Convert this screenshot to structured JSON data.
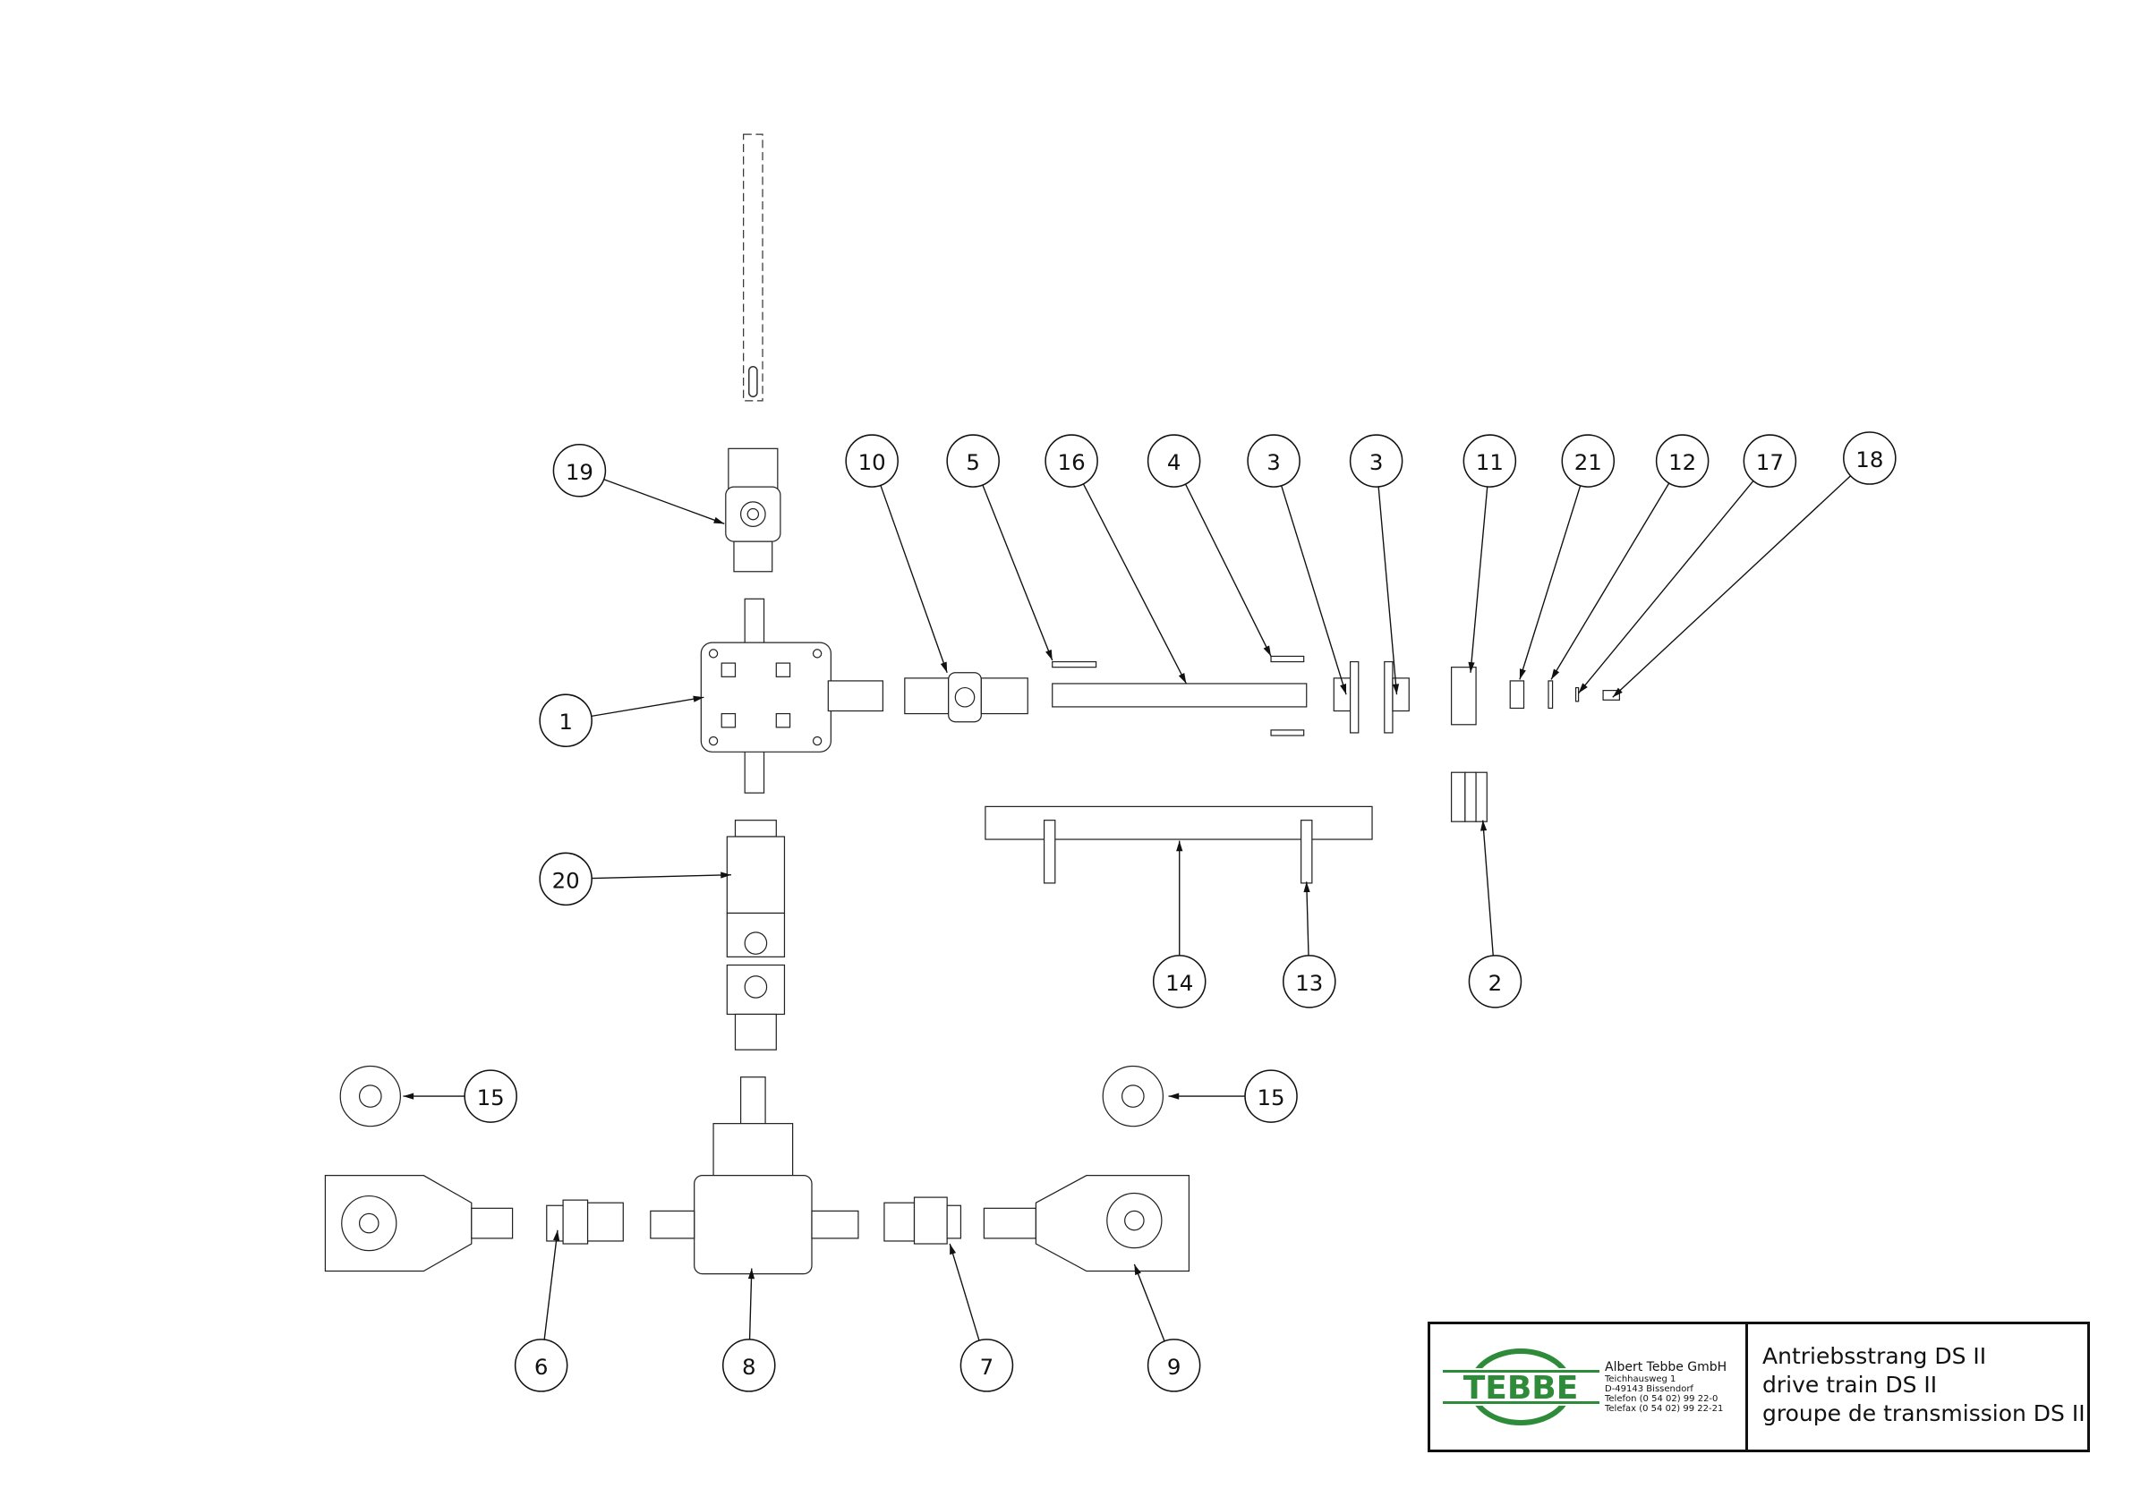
{
  "drawing": {
    "balloons": [
      "19",
      "10",
      "5",
      "16",
      "4",
      "3",
      "3",
      "11",
      "21",
      "12",
      "17",
      "18",
      "1",
      "20",
      "14",
      "13",
      "2",
      "15",
      "15",
      "6",
      "8",
      "7",
      "9"
    ]
  },
  "title_block": {
    "logo_text": "TEBBE",
    "company": "Albert Tebbe GmbH",
    "street": "Teichhausweg 1",
    "city": "D-49143 Bissendorf",
    "phone": "Telefon (0 54 02) 99 22-0",
    "fax": "Telefax (0 54 02) 99 22-21",
    "title_de": "Antriebsstrang DS II",
    "title_en": "drive train DS II",
    "title_fr": "groupe de transmission DS II"
  },
  "colors": {
    "logo_green": "#2e8b3a"
  }
}
